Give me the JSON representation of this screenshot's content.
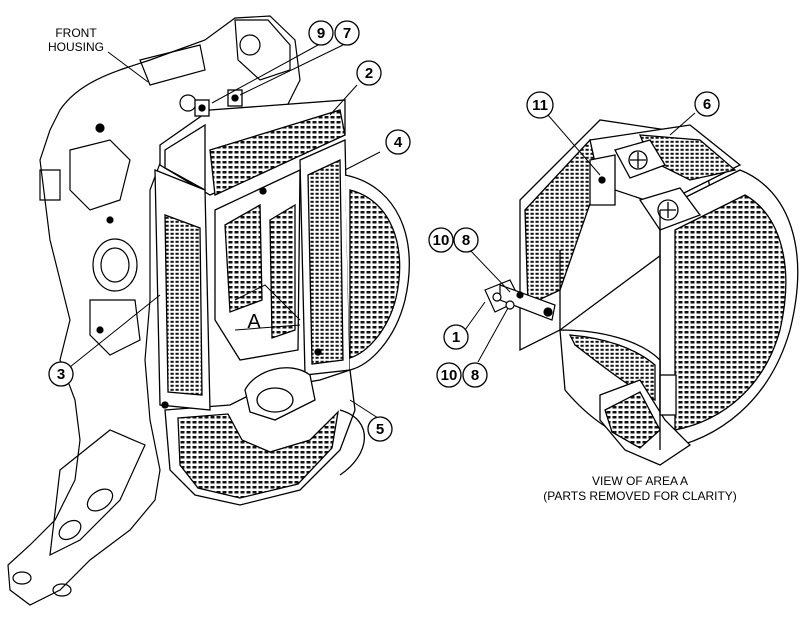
{
  "labels": {
    "front_housing_line1": "FRONT",
    "front_housing_line2": "HOUSING",
    "area_letter": "A",
    "view_caption_line1": "VIEW OF AREA  A",
    "view_caption_line2": "(PARTS REMOVED FOR CLARITY)"
  },
  "callouts": {
    "c1": "1",
    "c2": "2",
    "c3": "3",
    "c4": "4",
    "c5": "5",
    "c6": "6",
    "c7": "7",
    "c8a": "8",
    "c8b": "8",
    "c9": "9",
    "c10a": "10",
    "c10b": "10",
    "c11": "11"
  },
  "colors": {
    "line": "#000000",
    "fill": "#ffffff",
    "screen": "#1a1a1a"
  }
}
